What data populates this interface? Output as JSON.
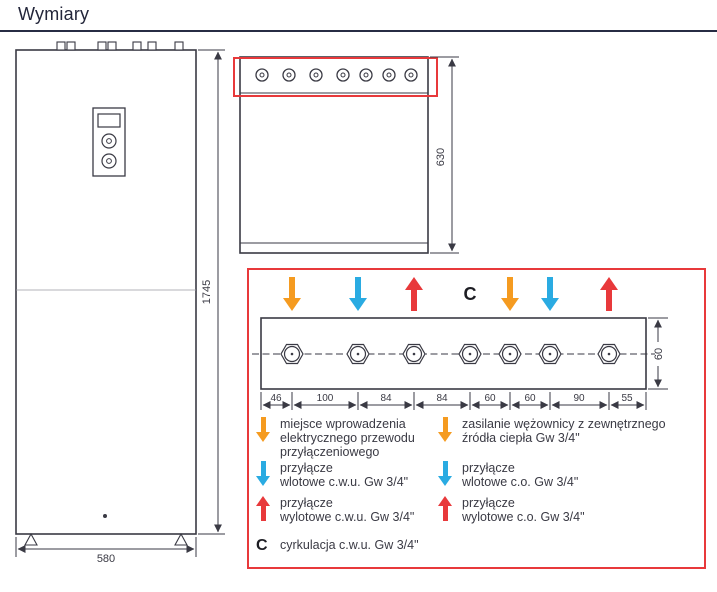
{
  "page": {
    "title": "Wymiary"
  },
  "colors": {
    "highlight_red": "#e8393b",
    "arrow_orange": "#f59b20",
    "arrow_blue": "#2aabe2",
    "line_dark": "#3a3a44"
  },
  "front_view": {
    "height_label": "1745",
    "width_label": "580"
  },
  "top_view": {
    "depth_label": "630"
  },
  "detail": {
    "marker_c": "C",
    "height_label": "60",
    "spacings": [
      "46",
      "100",
      "84",
      "84",
      "60",
      "60",
      "90",
      "55"
    ],
    "top_symbols": [
      "orange-down-arrow",
      "blue-down-arrow",
      "red-up-arrow",
      "C",
      "orange-down-arrow",
      "blue-down-arrow",
      "red-up-arrow"
    ]
  },
  "legend": {
    "c_symbol": "C",
    "left": [
      {
        "symbol": "orange-down-arrow",
        "text": "miejsce wprowadzenia\nelektrycznego przewodu\nprzyłączeniowego"
      },
      {
        "symbol": "blue-down-arrow",
        "text": "przyłącze\nwlotowe c.w.u. Gw 3/4\""
      },
      {
        "symbol": "red-up-arrow",
        "text": "przyłącze\nwylotowe c.w.u. Gw 3/4\""
      },
      {
        "symbol": "C",
        "text": "cyrkulacja c.w.u. Gw 3/4\""
      }
    ],
    "right": [
      {
        "symbol": "orange-down-arrow",
        "text": "zasilanie wężownicy z zewnętrznego\nźródła ciepła Gw 3/4\""
      },
      {
        "symbol": "blue-down-arrow",
        "text": "przyłącze\nwlotowe c.o. Gw 3/4\""
      },
      {
        "symbol": "red-up-arrow",
        "text": "przyłącze\nwylotowe c.o. Gw 3/4\""
      }
    ]
  }
}
